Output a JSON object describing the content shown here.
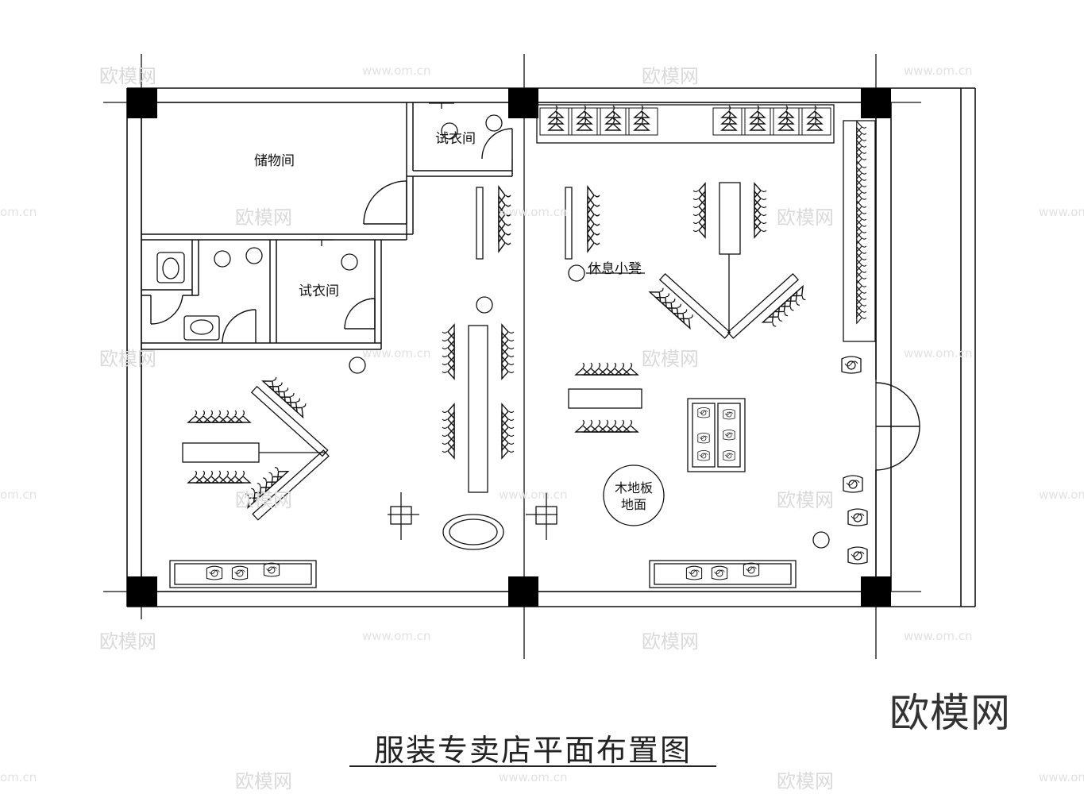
{
  "labels": {
    "storage": "储物间",
    "fitting_room_top": "试衣间",
    "fitting_room_left": "试衣间",
    "rest_stool": "休息小凳",
    "wood_floor_line1": "木地板",
    "wood_floor_line2": "地面"
  },
  "title": "服装专卖店平面布置图",
  "brand": "欧模网",
  "watermark": {
    "logo_text": "欧模网",
    "url_text": "www.om.cn",
    "url_fragment": "om.cn"
  },
  "colors": {
    "line": "#111111",
    "column": "#000000",
    "watermark": "#dadada"
  }
}
